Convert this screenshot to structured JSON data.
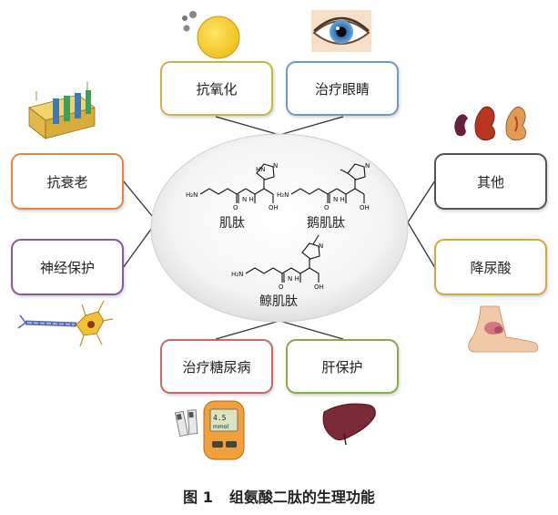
{
  "functions": {
    "antioxidant": "抗氧化",
    "eye_treatment": "治疗眼睛",
    "anti_aging": "抗衰老",
    "neuroprotection": "神经保护",
    "others": "其他",
    "uric_lowering": "降尿酸",
    "diabetes_treatment": "治疗糖尿病",
    "liver_protection": "肝保护"
  },
  "molecules": {
    "carnosine": "肌肽",
    "anserine": "鹅肌肽",
    "balenine": "鲸肌肽"
  },
  "atom_labels": {
    "h2n": "H₂N",
    "nh": "N\nH",
    "o": "O",
    "oh": "OH",
    "n": "N",
    "hn": "HN"
  },
  "glucose_meter": {
    "reading": "4.5",
    "unit": "mmol"
  },
  "caption": {
    "figure_number": "图 1",
    "title": "组氨酸二肽的生理功能"
  },
  "colors": {
    "antioxidant": "#c8b64a",
    "eye_treatment": "#6f9bc0",
    "anti_aging": "#d98a4c",
    "neuroprotection": "#8a5a9c",
    "others": "#555555",
    "uric_lowering": "#d9a63a",
    "diabetes_treatment": "#c36a6a",
    "liver_protection": "#8aa84c"
  }
}
